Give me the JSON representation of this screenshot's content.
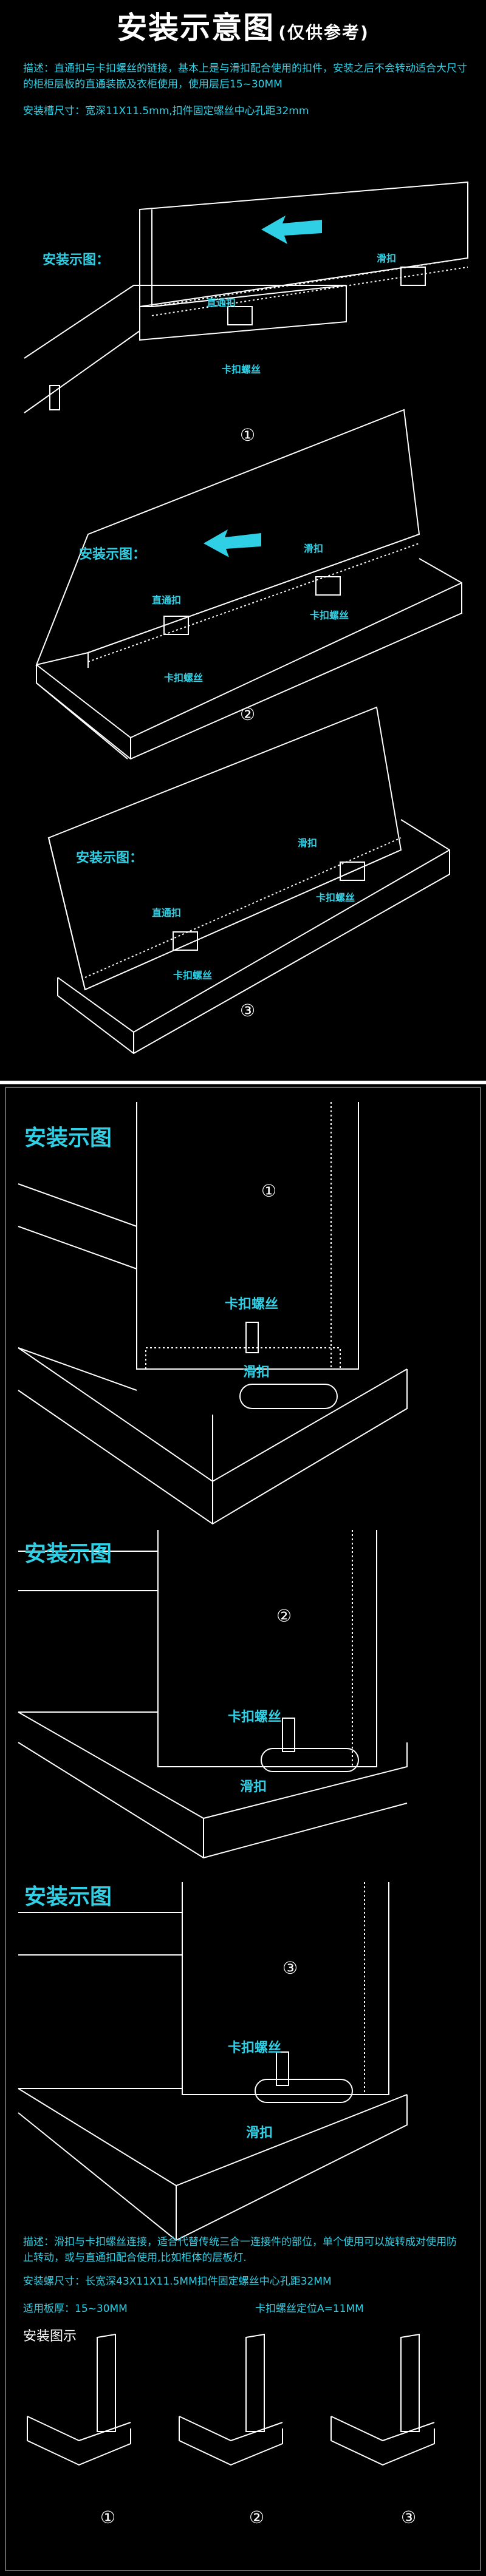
{
  "header": {
    "title": "安装示意图",
    "subtitle": "(仅供参考)"
  },
  "top": {
    "description": "描述：直通扣与卡扣螺丝的链接，基本上是与滑扣配合使用的扣件，安装之后不会转动适合大尺寸的柜柜层板的直通装嵌及衣柜使用，使用层后15~30MM",
    "groove_size": "安装槽尺寸：宽深11X11.5mm,扣件固定螺丝中心孔距32mm",
    "install_label": "安装示图：",
    "straight_clip": "直通扣",
    "slide_clip": "滑扣",
    "screw": "卡扣螺丝",
    "steps": [
      "①",
      "②",
      "③"
    ]
  },
  "bottom": {
    "section_title": "安装示图",
    "screw": "卡扣螺丝",
    "slide_clip": "滑扣",
    "steps": [
      "①",
      "②",
      "③"
    ],
    "description": "描述：滑扣与卡扣螺丝连接，适合代替传统三合一连接件的部位，单个使用可以旋转成对使用防止转动，或与直通扣配合使用,比如柜体的层板灯.",
    "size": "安装螺尺寸：长宽深43X11X11.5MM扣件固定螺丝中心孔距32MM",
    "thickness": "适用板厚：15~30MM",
    "screw_position": "卡扣螺丝定位A=11MM",
    "small_title": "安装图示"
  },
  "colors": {
    "accent": "#2fd0e6",
    "line": "#ffffff",
    "background": "#000000"
  }
}
